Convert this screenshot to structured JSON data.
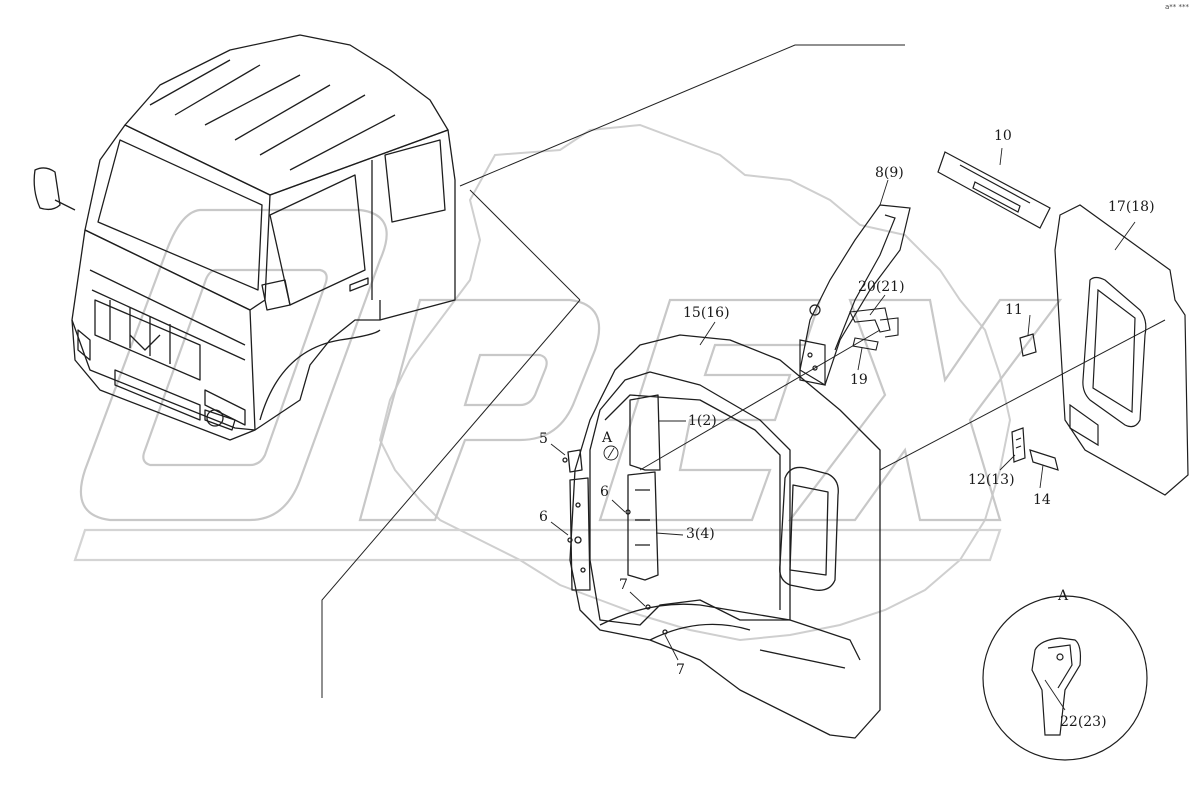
{
  "figure": {
    "watermark_text": "OPEX",
    "corner_mark": "a**  ***",
    "detail_title": "A",
    "callouts": {
      "c10": "10",
      "c8_9": "8(9)",
      "c17_18": "17(18)",
      "c20_21": "20(21)",
      "c11": "11",
      "c19": "19",
      "c15_16": "15(16)",
      "c1_2": "1(2)",
      "cA": "A",
      "c5": "5",
      "c6a": "6",
      "c6b": "6",
      "c3_4": "3(4)",
      "c7a": "7",
      "c7b": "7",
      "c12_13": "12(13)",
      "c14": "14",
      "c22_23": "22(23)"
    }
  }
}
